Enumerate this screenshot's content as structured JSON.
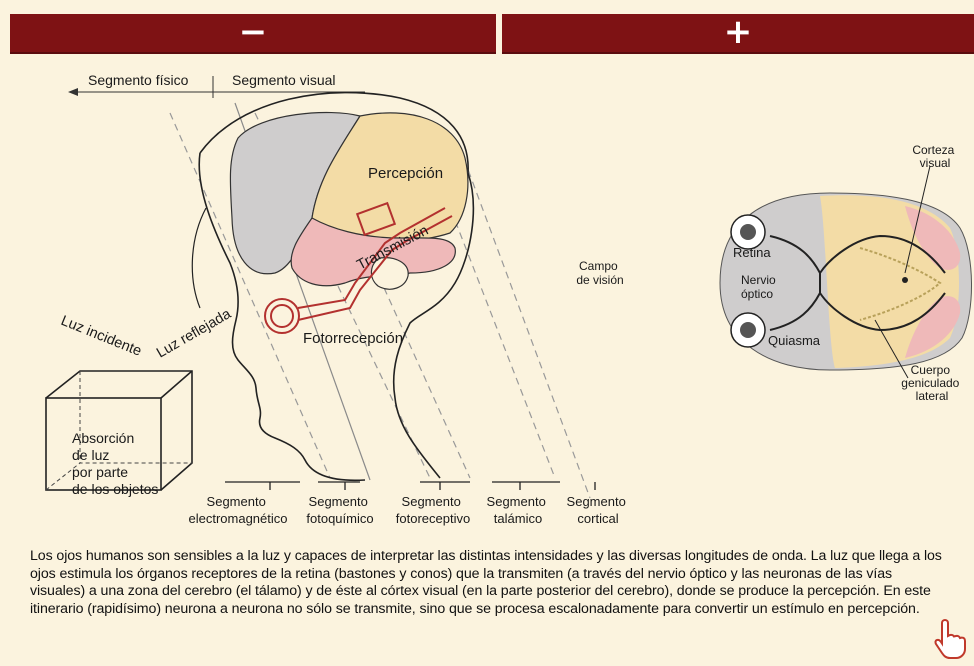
{
  "toolbar": {
    "zoom_out_label": "−",
    "zoom_in_label": "+"
  },
  "diagram": {
    "segmento_fisico": "Segmento físico",
    "segmento_visual": "Segmento visual",
    "percepcion": "Percepción",
    "transmision": "Transmisión",
    "fotorrecepcion": "Fotorrecepción",
    "luz_incidente": "Luz incidente",
    "luz_reflejada": "Luz reflejada",
    "absorcion": [
      "Absorción",
      "de luz",
      "por parte",
      "de los objetos"
    ],
    "campo_vision": [
      "Campo",
      "de visión"
    ],
    "segments": [
      {
        "line1": "Segmento",
        "line2": "electromagnético"
      },
      {
        "line1": "Segmento",
        "line2": "fotoquímico"
      },
      {
        "line1": "Segmento",
        "line2": "fotoreceptivo"
      },
      {
        "line1": "Segmento",
        "line2": "talámico"
      },
      {
        "line1": "Segmento",
        "line2": "cortical"
      }
    ],
    "brain_top_view": {
      "corteza_visual": [
        "Corteza",
        "visual"
      ],
      "retina": "Retina",
      "nervio_optico": [
        "Nervio",
        "óptico"
      ],
      "quiasma": "Quiasma",
      "cuerpo_geniculado": [
        "Cuerpo",
        "geniculado",
        "lateral"
      ]
    }
  },
  "caption": "Los ojos humanos son sensibles a la luz y  capaces de interpretar las distintas intensidades y  las diversas longitudes de onda. La luz que llega a los ojos estimula los  órganos receptores  de  la retina (bastones y conos)  que la transmiten (a través del nervio óptico y las neuronas de las vías visuales)  a una  zona  del cerebro  (el tálamo)  y de éste al córtex visual (en la parte  posterior del cerebro), donde se produce la percepción. En este itinerario (rapidísimo) neurona a neurona no sólo se transmite, sino que se procesa escalonadamente para convertir un estímulo en percepción.",
  "colors": {
    "toolbar": "#7e1214",
    "background": "#fbf3de",
    "gray_lobe": "#cfcdcd",
    "yellow_lobe": "#f3dca6",
    "pink_lobe": "#efb9b9",
    "red_path": "#b3312f"
  },
  "icons": {
    "zoom_out": "minus-icon",
    "zoom_in": "plus-icon",
    "cursor": "hand-pointer-icon"
  }
}
